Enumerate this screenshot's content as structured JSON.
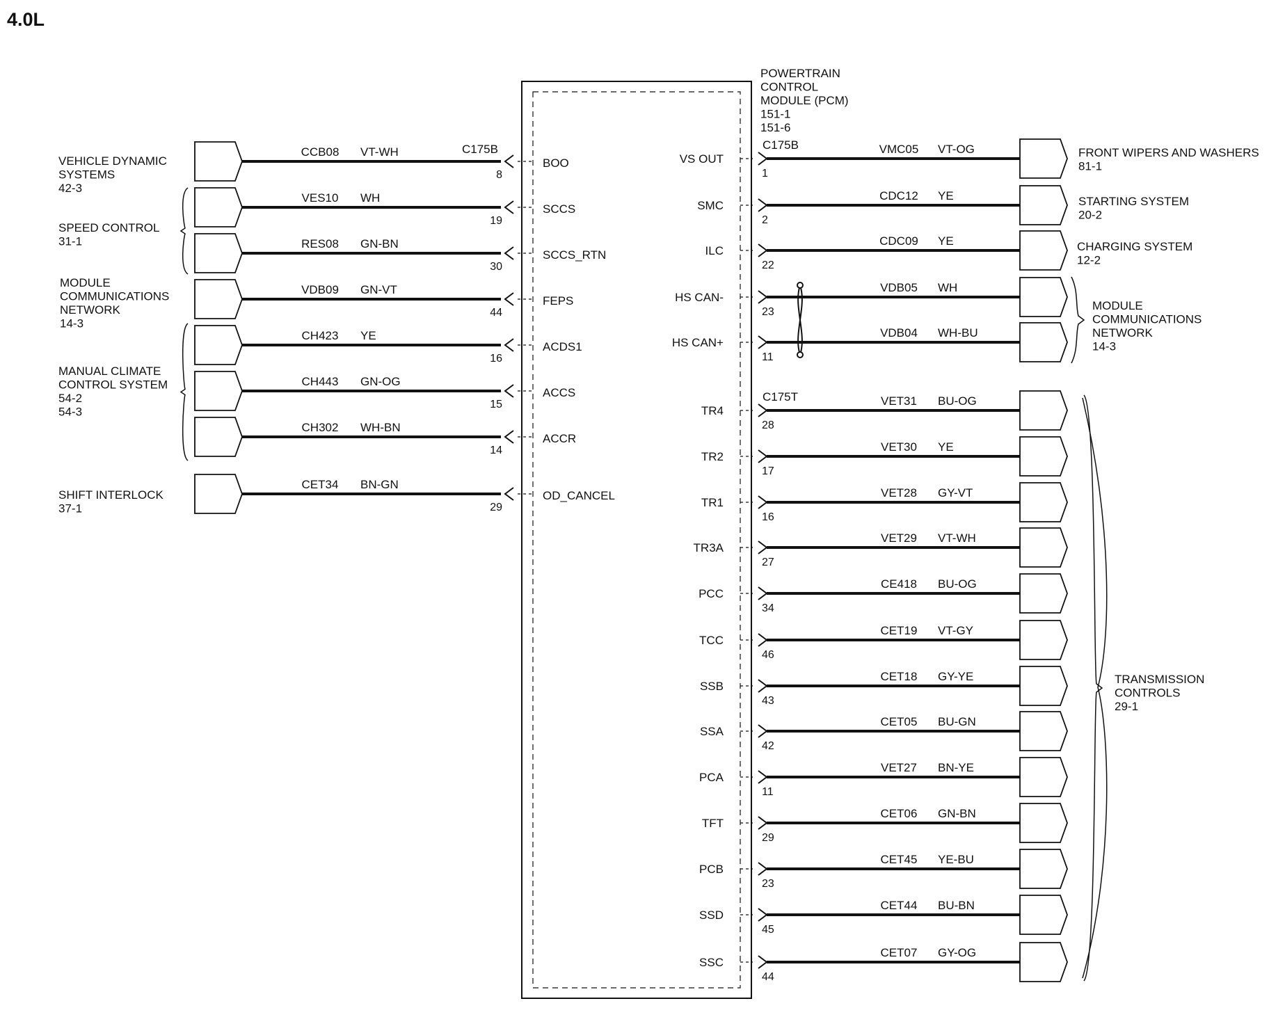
{
  "title": "4.0L",
  "pcm": {
    "lines": [
      "POWERTRAIN",
      "CONTROL",
      "MODULE (PCM)",
      "151-1",
      "151-6"
    ]
  },
  "left_wires": [
    {
      "circuit": "CCB08",
      "color": "VT-WH",
      "connector": "C175B",
      "pin": "8",
      "signal": "BOO"
    },
    {
      "circuit": "VES10",
      "color": "WH",
      "connector": "",
      "pin": "19",
      "signal": "SCCS"
    },
    {
      "circuit": "RES08",
      "color": "GN-BN",
      "connector": "",
      "pin": "30",
      "signal": "SCCS_RTN"
    },
    {
      "circuit": "VDB09",
      "color": "GN-VT",
      "connector": "",
      "pin": "44",
      "signal": "FEPS"
    },
    {
      "circuit": "CH423",
      "color": "YE",
      "connector": "",
      "pin": "16",
      "signal": "ACDS1"
    },
    {
      "circuit": "CH443",
      "color": "GN-OG",
      "connector": "",
      "pin": "15",
      "signal": "ACCS"
    },
    {
      "circuit": "CH302",
      "color": "WH-BN",
      "connector": "",
      "pin": "14",
      "signal": "ACCR"
    },
    {
      "circuit": "CET34",
      "color": "BN-GN",
      "connector": "",
      "pin": "29",
      "signal": "OD_CANCEL"
    }
  ],
  "left_destinations": [
    {
      "lines": [
        "VEHICLE DYNAMIC",
        "SYSTEMS",
        "42-3"
      ]
    },
    {
      "lines": [
        "SPEED CONTROL",
        "31-1"
      ]
    },
    {
      "lines": [
        "MODULE",
        "COMMUNICATIONS",
        "NETWORK",
        "14-3"
      ]
    },
    {
      "lines": [
        "MANUAL CLIMATE",
        "CONTROL SYSTEM",
        "54-2",
        "54-3"
      ]
    },
    {
      "lines": [
        "SHIFT INTERLOCK",
        "37-1"
      ]
    }
  ],
  "right_wires": [
    {
      "signal": "VS OUT",
      "connector": "C175B",
      "pin": "1",
      "circuit": "VMC05",
      "color": "VT-OG"
    },
    {
      "signal": "SMC",
      "connector": "",
      "pin": "2",
      "circuit": "CDC12",
      "color": "YE"
    },
    {
      "signal": "ILC",
      "connector": "",
      "pin": "22",
      "circuit": "CDC09",
      "color": "YE"
    },
    {
      "signal": "HS CAN-",
      "connector": "",
      "pin": "23",
      "circuit": "VDB05",
      "color": "WH"
    },
    {
      "signal": "HS CAN+",
      "connector": "",
      "pin": "11",
      "circuit": "VDB04",
      "color": "WH-BU"
    },
    {
      "signal": "TR4",
      "connector": "C175T",
      "pin": "28",
      "circuit": "VET31",
      "color": "BU-OG"
    },
    {
      "signal": "TR2",
      "connector": "",
      "pin": "17",
      "circuit": "VET30",
      "color": "YE"
    },
    {
      "signal": "TR1",
      "connector": "",
      "pin": "16",
      "circuit": "VET28",
      "color": "GY-VT"
    },
    {
      "signal": "TR3A",
      "connector": "",
      "pin": "27",
      "circuit": "VET29",
      "color": "VT-WH"
    },
    {
      "signal": "PCC",
      "connector": "",
      "pin": "34",
      "circuit": "CE418",
      "color": "BU-OG"
    },
    {
      "signal": "TCC",
      "connector": "",
      "pin": "46",
      "circuit": "CET19",
      "color": "VT-GY"
    },
    {
      "signal": "SSB",
      "connector": "",
      "pin": "43",
      "circuit": "CET18",
      "color": "GY-YE"
    },
    {
      "signal": "SSA",
      "connector": "",
      "pin": "42",
      "circuit": "CET05",
      "color": "BU-GN"
    },
    {
      "signal": "PCA",
      "connector": "",
      "pin": "11",
      "circuit": "VET27",
      "color": "BN-YE"
    },
    {
      "signal": "TFT",
      "connector": "",
      "pin": "29",
      "circuit": "CET06",
      "color": "GN-BN"
    },
    {
      "signal": "PCB",
      "connector": "",
      "pin": "23",
      "circuit": "CET45",
      "color": "YE-BU"
    },
    {
      "signal": "SSD",
      "connector": "",
      "pin": "45",
      "circuit": "CET44",
      "color": "BU-BN"
    },
    {
      "signal": "SSC",
      "connector": "",
      "pin": "44",
      "circuit": "CET07",
      "color": "GY-OG"
    }
  ],
  "right_destinations": [
    {
      "lines": [
        "FRONT WIPERS AND WASHERS",
        "81-1"
      ]
    },
    {
      "lines": [
        "STARTING SYSTEM",
        "20-2"
      ]
    },
    {
      "lines": [
        "CHARGING SYSTEM",
        "12-2"
      ]
    },
    {
      "lines": [
        "MODULE",
        "COMMUNICATIONS",
        "NETWORK",
        "14-3"
      ]
    },
    {
      "lines": [
        "TRANSMISSION",
        "CONTROLS",
        "29-1"
      ]
    }
  ]
}
